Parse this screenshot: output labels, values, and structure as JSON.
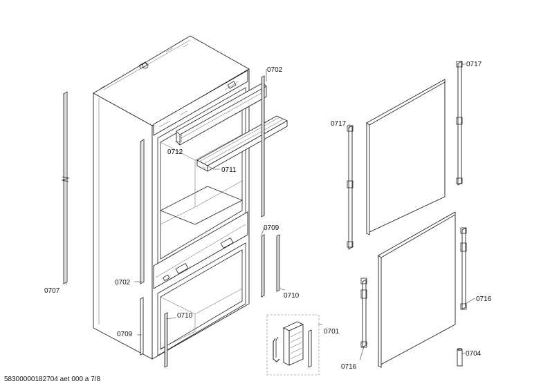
{
  "labels": {
    "l0702a": "0702",
    "l0712": "0712",
    "l0711": "0711",
    "l0707": "0707",
    "l0702b": "0702",
    "l0709a": "0709",
    "l0710a": "0710",
    "l0709b": "0709",
    "l0710b": "0710",
    "l0701": "0701",
    "l0717a": "0717",
    "l0717b": "0717",
    "l0716a": "0716",
    "l0716b": "0716",
    "l0704": "0704"
  },
  "footer": "58300000182704 aet 000 a 7/8"
}
